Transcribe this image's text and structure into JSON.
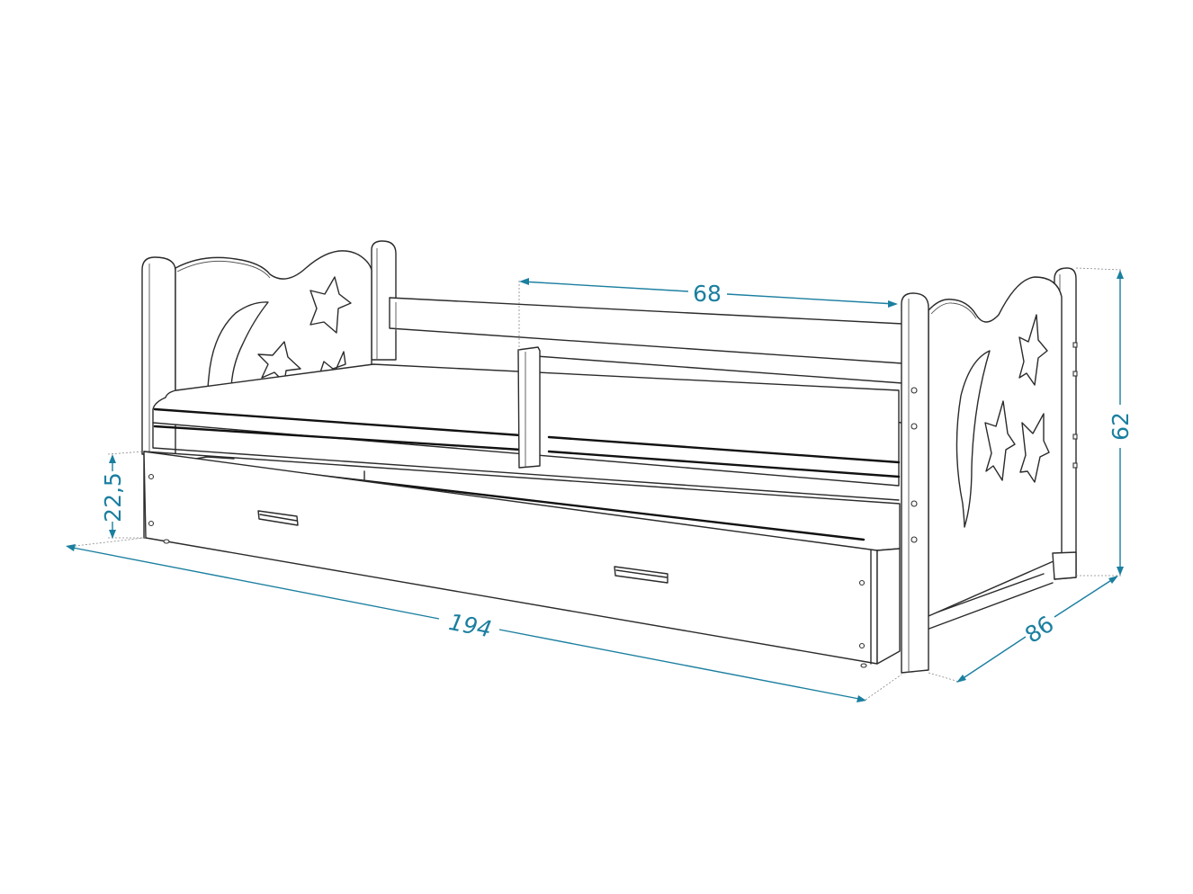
{
  "diagram": {
    "subject": "Children's bed with guard rail and under-bed drawer (star & moon headboards)",
    "units": "cm",
    "colors": {
      "dimension": "#1b7fa0",
      "outline": "#2b2b2b",
      "background": "#ffffff"
    },
    "dimensions": {
      "length": {
        "label": "194",
        "meaning": "total bed length"
      },
      "width": {
        "label": "86",
        "meaning": "total bed width"
      },
      "height": {
        "label": "62",
        "meaning": "headboard height"
      },
      "drawer_height": {
        "label": "22,5",
        "meaning": "drawer / base height"
      },
      "rail_opening": {
        "label": "68",
        "meaning": "side guard rail length / entry opening"
      }
    },
    "parts": [
      {
        "name": "left-headboard",
        "decoration": "moon and three stars"
      },
      {
        "name": "right-footboard",
        "decoration": "moon and three stars"
      },
      {
        "name": "guard-rail",
        "description": "two-bar safety rail"
      },
      {
        "name": "mattress"
      },
      {
        "name": "drawer",
        "handles": 2
      }
    ]
  }
}
